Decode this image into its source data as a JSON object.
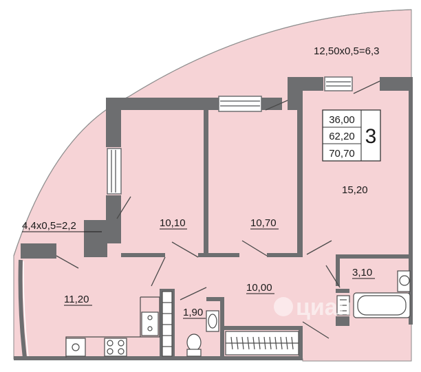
{
  "summary_box": {
    "living_area": "36,00",
    "total_area": "62,20",
    "area_with_balcony": "70,70",
    "room_count": "3"
  },
  "rooms": {
    "balcony_top": "12,50x0,5=6,3",
    "balcony_left": "4,4x0,5=2,2",
    "living_room": "15,20",
    "bedroom_left": "10,10",
    "bedroom_middle": "10,70",
    "hall": "10,00",
    "kitchen": "11,20",
    "bathroom": "3,10",
    "toilet": "1,90"
  },
  "watermark": "циан",
  "colors": {
    "floor": "#f6d3d6",
    "wall": "#6d6e70",
    "background": "#ffffff"
  }
}
